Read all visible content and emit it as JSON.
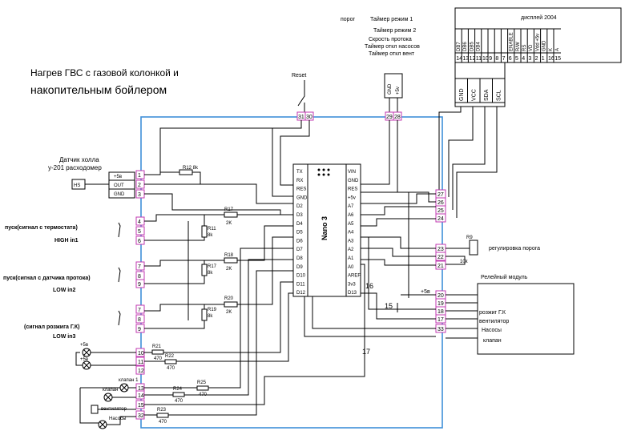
{
  "title_line1": "Нагрев ГВС с газовой колонкой и",
  "title_line2": "накопительным бойлером",
  "top_labels": {
    "porog": "порог",
    "timer1": "Таймер режим 1",
    "timer2": "Таймер режим 2",
    "speed": "Скрость протока",
    "timer_pumps": "Таймер откл насосов",
    "timer_vent": "Таймер откл вент"
  },
  "reset_label": "Reset",
  "display_title": "дисплей 2004",
  "display_pins": [
    "DB7",
    "DB6",
    "DB5",
    "DB4",
    "",
    "",
    "",
    "",
    "ENABLE",
    "R/W",
    "RS",
    "VD",
    "Vdd +5v",
    "GND",
    "K",
    "A"
  ],
  "display_nums": [
    "14",
    "13",
    "12",
    "11",
    "10",
    "9",
    "8",
    "7",
    "6",
    "5",
    "4",
    "3",
    "2",
    "1",
    "16",
    "15"
  ],
  "i2c_pins": [
    "GND",
    "VCC",
    "SDA",
    "SCL"
  ],
  "gnd5v": [
    "GND",
    "+5v"
  ],
  "hall_label1": "Датчик холла",
  "hall_label2": "у-201 расходомер",
  "hall_pins": [
    "+5в",
    "OUT",
    "GND"
  ],
  "hs": "HS",
  "inputs": [
    {
      "l1": "пуск(сигнал с термостата)",
      "l2": "HIGH in1"
    },
    {
      "l1": "пуск(сигнал с датчика протока)",
      "l2": "LOW in2"
    },
    {
      "l1": "(сигнал розжига Г.К)",
      "l2": "LOW in3"
    }
  ],
  "nano_label": "Nano 3",
  "nano_left": [
    "TX",
    "RX",
    "RES",
    "GND",
    "D2",
    "D3",
    "D4",
    "D5",
    "D6",
    "D7",
    "D8",
    "D9",
    "D10",
    "D11",
    "D12"
  ],
  "nano_right": [
    "VIN",
    "GND",
    "RES",
    "+5v",
    "A7",
    "A6",
    "A5",
    "A4",
    "A3",
    "A2",
    "A1",
    "A0",
    "AREF",
    "3v3",
    "D13"
  ],
  "resistors": {
    "r12": "R12 8k",
    "r17a": "R17",
    "r17b": "2K",
    "r11a": "R11",
    "r11b": "8k",
    "r18a": "R18",
    "r18b": "2K",
    "r17c": "R17",
    "r17d": "8k",
    "r20a": "R20",
    "r20b": "2K",
    "r19a": "R19",
    "r19b": "8k",
    "r21a": "R21",
    "r21b": "470",
    "r22a": "R22",
    "r22b": "470",
    "r23a": "R23",
    "r23b": "470",
    "r24a": "R24",
    "r24b": "470",
    "r25a": "R25",
    "r25b": "470",
    "r9a": "R9",
    "r9b": "10k"
  },
  "pin_numbers": {
    "left": [
      "1",
      "2",
      "3",
      "4",
      "5",
      "6",
      "7",
      "8",
      "9",
      "7",
      "8",
      "9",
      "10",
      "11",
      "12",
      "13",
      "14",
      "15",
      "32"
    ],
    "top": [
      "31",
      "30",
      "29",
      "28"
    ],
    "right": [
      "27",
      "26",
      "25",
      "24",
      "23",
      "22",
      "21",
      "20",
      "19",
      "18",
      "17",
      "33"
    ]
  },
  "relay_title": "Релейный модуль",
  "relay_labels": [
    "+5в",
    "розжиг Г.К",
    "вентилятор",
    "Насосы",
    "клапан"
  ],
  "regulator": "регулировка порога",
  "wire_labels": {
    "n16": "16",
    "n15": "15",
    "n17": "17"
  },
  "small_labels": [
    "+5в",
    "+5в",
    "клапан 1",
    "клапан",
    "вентилятор",
    "Насосы"
  ]
}
